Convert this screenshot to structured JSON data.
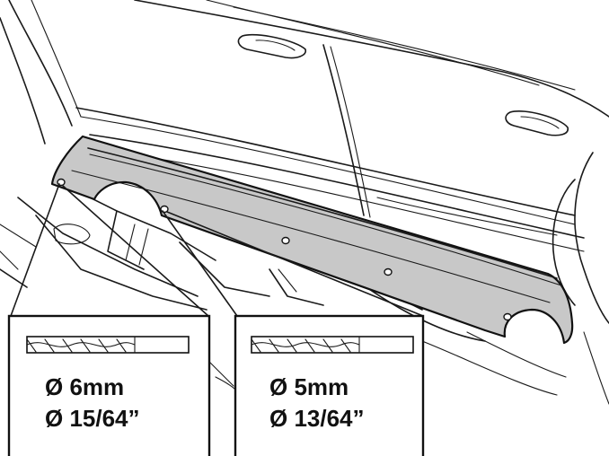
{
  "callouts": [
    {
      "metric": "Ø 6mm",
      "imperial": "Ø 15/64”"
    },
    {
      "metric": "Ø 5mm",
      "imperial": "Ø 13/64”"
    }
  ],
  "colors": {
    "panel_fill": "#c8c8c8",
    "line": "#1a1a1a",
    "background": "#ffffff"
  },
  "icons": [
    "drill-bit-icon"
  ]
}
